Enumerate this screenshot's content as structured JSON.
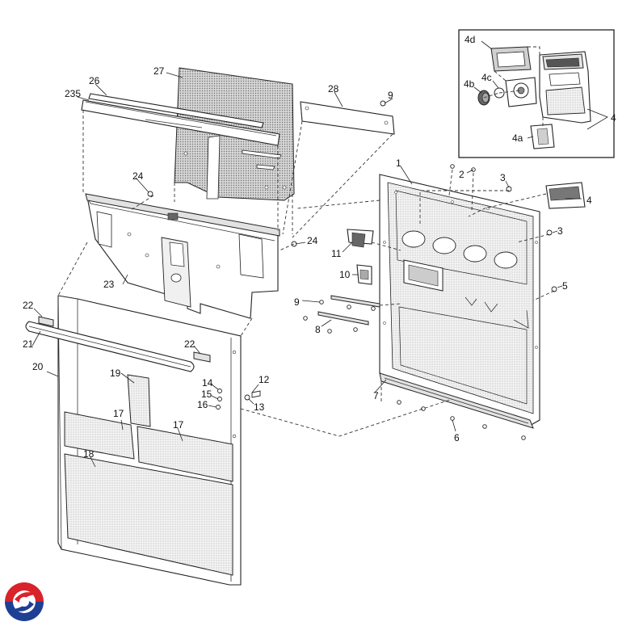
{
  "diagram": {
    "callouts": [
      {
        "id": "c1",
        "text": "1"
      },
      {
        "id": "c2",
        "text": "2"
      },
      {
        "id": "c3a",
        "text": "3"
      },
      {
        "id": "c3b",
        "text": "3"
      },
      {
        "id": "c4",
        "text": "4"
      },
      {
        "id": "c4b",
        "text": "4"
      },
      {
        "id": "c4a",
        "text": "4a"
      },
      {
        "id": "c4bb",
        "text": "4b"
      },
      {
        "id": "c4c",
        "text": "4c"
      },
      {
        "id": "c4d",
        "text": "4d"
      },
      {
        "id": "c5",
        "text": "5"
      },
      {
        "id": "c6",
        "text": "6"
      },
      {
        "id": "c7",
        "text": "7"
      },
      {
        "id": "c8",
        "text": "8"
      },
      {
        "id": "c9a",
        "text": "9"
      },
      {
        "id": "c9b",
        "text": "9"
      },
      {
        "id": "c10",
        "text": "10"
      },
      {
        "id": "c11",
        "text": "11"
      },
      {
        "id": "c12",
        "text": "12"
      },
      {
        "id": "c13",
        "text": "13"
      },
      {
        "id": "c14",
        "text": "14"
      },
      {
        "id": "c15",
        "text": "15"
      },
      {
        "id": "c16",
        "text": "16"
      },
      {
        "id": "c17a",
        "text": "17"
      },
      {
        "id": "c17b",
        "text": "17"
      },
      {
        "id": "c18",
        "text": "18"
      },
      {
        "id": "c19",
        "text": "19"
      },
      {
        "id": "c20",
        "text": "20"
      },
      {
        "id": "c21",
        "text": "21"
      },
      {
        "id": "c22a",
        "text": "22"
      },
      {
        "id": "c22b",
        "text": "22"
      },
      {
        "id": "c23",
        "text": "23"
      },
      {
        "id": "c24a",
        "text": "24"
      },
      {
        "id": "c24b",
        "text": "24"
      },
      {
        "id": "c235",
        "text": "235"
      },
      {
        "id": "c26",
        "text": "26"
      },
      {
        "id": "c27",
        "text": "27"
      },
      {
        "id": "c28",
        "text": "28"
      }
    ]
  },
  "logo": {
    "name": "brand-logo",
    "colors": [
      "#d8232a",
      "#1e3f94"
    ]
  }
}
